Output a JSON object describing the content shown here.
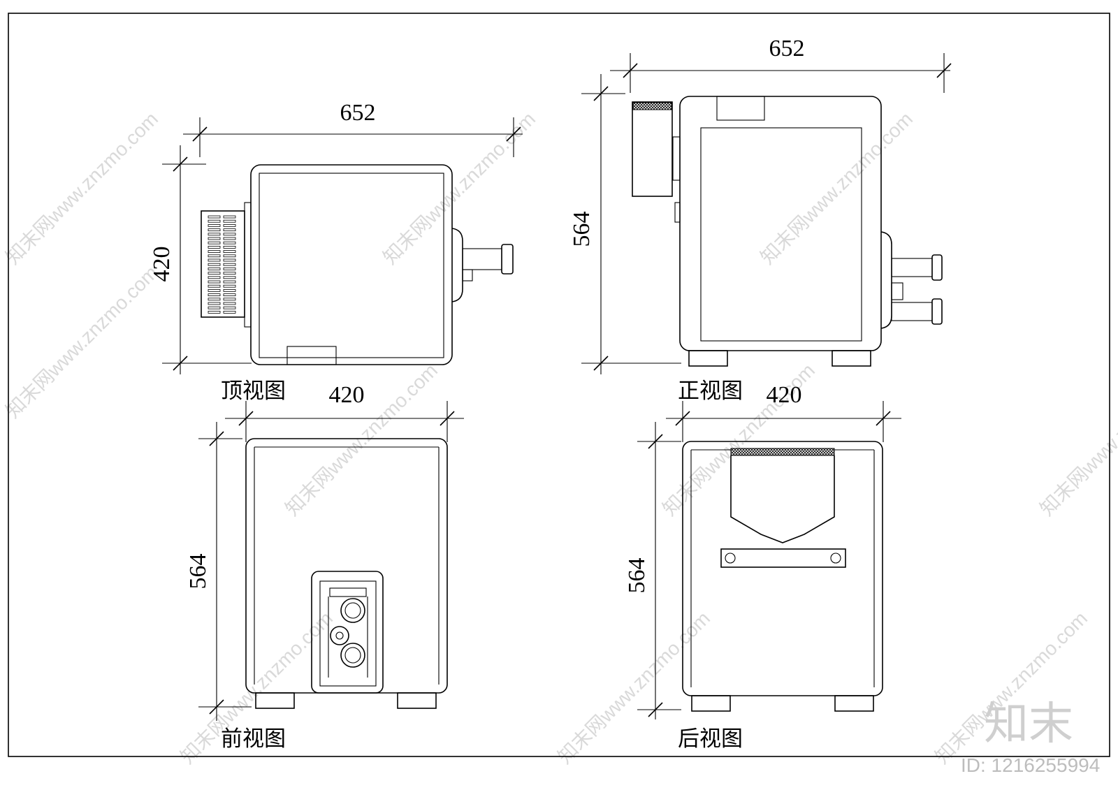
{
  "views": {
    "top": {
      "title": "顶视图",
      "width_dim": "652",
      "height_dim": "420"
    },
    "front_elevation": {
      "title": "正视图",
      "width_dim": "652",
      "height_dim": "564"
    },
    "front": {
      "title": "前视图",
      "width_dim": "420",
      "height_dim": "564"
    },
    "rear": {
      "title": "后视图",
      "width_dim": "420",
      "height_dim": "564"
    }
  },
  "watermark": {
    "text": "知末网www.znzmo.com",
    "logo": "知末",
    "id": "ID: 1216255994"
  },
  "colors": {
    "line": "#000000",
    "watermark": "#d9d9d9",
    "background": "#ffffff"
  }
}
